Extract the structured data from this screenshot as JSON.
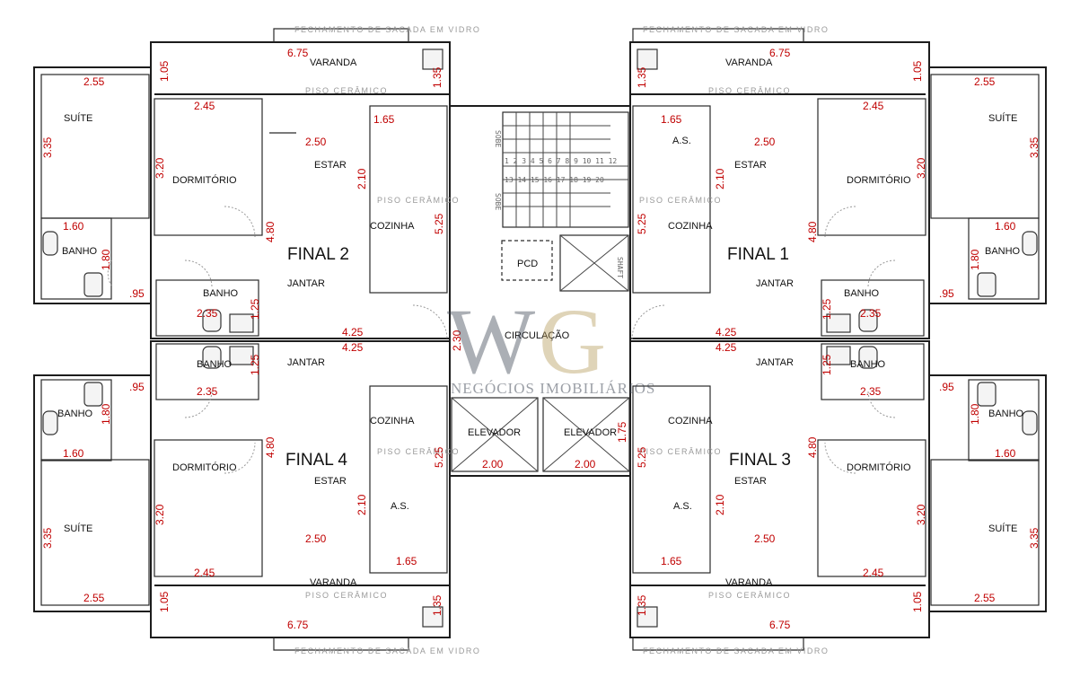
{
  "units": {
    "final2": "FINAL 2",
    "final1": "FINAL 1",
    "final4": "FINAL 4",
    "final3": "FINAL 3"
  },
  "rooms": {
    "varanda": "VARANDA",
    "suite": "SUÍTE",
    "dormitorio": "DORMITÓRIO",
    "estar": "ESTAR",
    "jantar": "JANTAR",
    "cozinha": "COZINHA",
    "banho": "BANHO",
    "as": "A.S.",
    "circulacao": "CIRCULAÇÃO",
    "elevador": "ELEVADOR",
    "pcd": "PCD",
    "shaft": "SHAFT"
  },
  "notes": {
    "piso_ceramico": "PISO CERÂMICO",
    "fechamento": "FECHAMENTO DE SACADA EM VIDRO",
    "stair_sobe": "SOBE",
    "stair_numbers": "1 2 3 4 5 6 7 8 9 10 11 12",
    "stair_numbers_b": "13 14 15 16 17 18 19 20"
  },
  "dims": {
    "d675": "6.75",
    "d105": "1.05",
    "d255": "2.55",
    "d245": "2.45",
    "d335": "3.35",
    "d320": "3.20",
    "d250": "2.50",
    "d210": "2.10",
    "d165": "1.65",
    "d525": "5.25",
    "d480": "4.80",
    "d160": "1.60",
    "d180": "1.80",
    "d95": ".95",
    "d235": "2.35",
    "d425": "4.25",
    "d230": "2.30",
    "d175": "1.75",
    "d200": "2.00",
    "d135": "1.35",
    "d125": "1.25"
  },
  "watermark": {
    "v": "W",
    "g": "G",
    "text": "NEGÓCIOS IMOBILIÁRIOS"
  }
}
